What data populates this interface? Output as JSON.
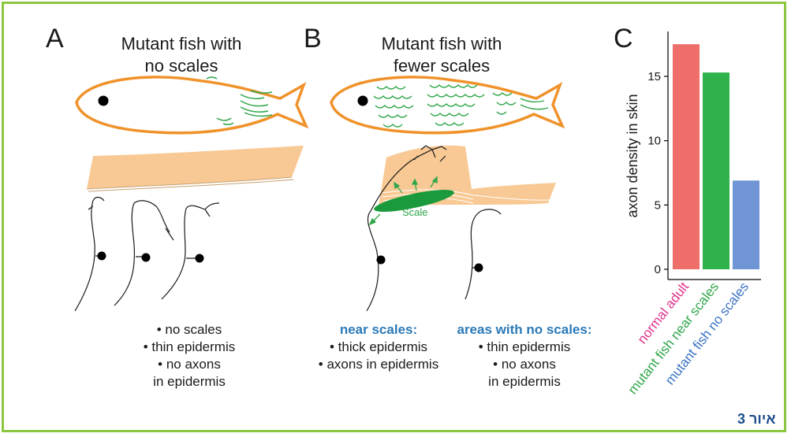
{
  "panels": {
    "a": {
      "letter": "A",
      "title_line1": "Mutant fish with",
      "title_line2": "no scales",
      "bullets": [
        "• no scales",
        "• thin epidermis",
        "• no axons",
        "in epidermis"
      ]
    },
    "b": {
      "letter": "B",
      "title_line1": "Mutant fish with",
      "title_line2": "fewer scales",
      "scale_label": "Scale",
      "near": {
        "header": "near scales:",
        "bullets": [
          "• thick epidermis",
          "• axons in epidermis"
        ]
      },
      "far": {
        "header": "areas with no scales:",
        "bullets": [
          "• thin epidermis",
          "• no axons",
          "in epidermis"
        ]
      }
    },
    "c": {
      "letter": "C"
    }
  },
  "colors": {
    "frame": "#8cc63f",
    "fish_outline": "#f0922a",
    "skin": "#f8c994",
    "scale_green": "#2fa64a",
    "header_blue": "#2a7ab8",
    "caption_blue": "#1d4d8b"
  },
  "chart_data": {
    "type": "bar",
    "categories": [
      "normal adult",
      "mutant fish near scales",
      "mutant fish no scales"
    ],
    "values": [
      17.5,
      15.3,
      6.9
    ],
    "colors": [
      "#ee6f6a",
      "#2fb14c",
      "#6f95d4"
    ],
    "label_colors": [
      "#e0338c",
      "#2fa64a",
      "#3a73c4"
    ],
    "ylabel": "axon density in skin",
    "ylim": [
      0,
      18
    ],
    "yticks": [
      0,
      5,
      10,
      15
    ]
  },
  "caption": "איור 3"
}
